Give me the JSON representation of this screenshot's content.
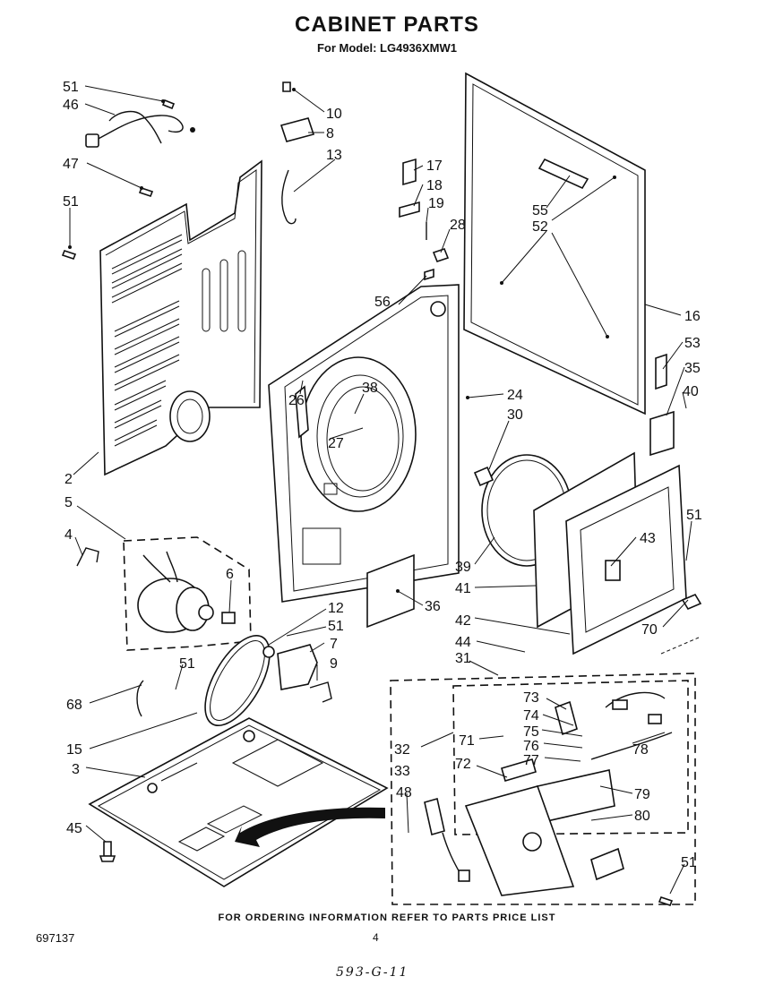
{
  "header": {
    "title": "CABINET PARTS",
    "model_line": "For Model:  LG4936XMW1"
  },
  "footer": {
    "ordering_note": "FOR ORDERING INFORMATION REFER TO PARTS PRICE LIST",
    "doc_number": "697137",
    "page_number": "4",
    "handwritten_note": "593-G-11"
  },
  "callouts": [
    "51",
    "46",
    "47",
    "51",
    "2",
    "5",
    "4",
    "6",
    "10",
    "8",
    "13",
    "17",
    "18",
    "19",
    "28",
    "56",
    "38",
    "26",
    "27",
    "24",
    "30",
    "55",
    "52",
    "16",
    "53",
    "35",
    "40",
    "39",
    "41",
    "42",
    "43",
    "51",
    "70",
    "44",
    "31",
    "36",
    "12",
    "51",
    "7",
    "9",
    "51",
    "68",
    "15",
    "3",
    "45",
    "73",
    "74",
    "75",
    "71",
    "76",
    "77",
    "78",
    "32",
    "72",
    "79",
    "33",
    "48",
    "80",
    "51"
  ]
}
